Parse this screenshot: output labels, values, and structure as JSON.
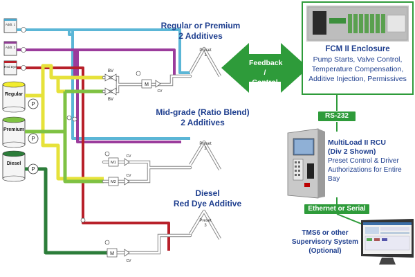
{
  "tanks": {
    "additives": [
      "Addt. 1",
      "Addt. 2",
      "Red Dye"
    ],
    "products": [
      "Regular",
      "Premium",
      "Diesel"
    ]
  },
  "groups": {
    "premium": {
      "title": "Regular or Premium",
      "subtitle": "2 Additives",
      "preset": "Preset",
      "preset_num": "1"
    },
    "midgrade": {
      "title": "Mid-grade (Ratio Blend)",
      "subtitle": "2 Additives",
      "preset": "Preset",
      "preset_num": "2"
    },
    "diesel": {
      "title": "Diesel",
      "subtitle": "Red Dye Additive",
      "preset": "Preset",
      "preset_num": "3"
    }
  },
  "component_labels": {
    "pump": "P",
    "valve": "BV",
    "meter": "M",
    "meter1": "M1",
    "meter2": "M2",
    "control_valve": "CV"
  },
  "feedback": {
    "line1": "Feedback /",
    "line2": "Control"
  },
  "fcm": {
    "title": "FCM II Enclosure",
    "lines": [
      "Pump Starts, Valve Control,",
      "Temperature Compensation,",
      "Additive Injection, Permissives"
    ]
  },
  "rs232": "RS-232",
  "rcu": {
    "title1": "MultiLoad II RCU",
    "title2": "(Div 2 Shown)",
    "lines": [
      "Preset Control & Driver",
      "Authorizations for Entire",
      "Bay"
    ]
  },
  "ethernet": "Ethernet or Serial",
  "tms": {
    "lines": [
      "TMS6 or other",
      "Supervisory System",
      "(Optional)"
    ]
  },
  "colors": {
    "pipe_blue": "#5bb6d6",
    "pipe_purple": "#9b3c9c",
    "pipe_red": "#b8202a",
    "pipe_yellow": "#e6e23a",
    "pipe_lightgreen": "#7fc243",
    "pipe_darkgreen": "#2c7d3a",
    "accent_green": "#2e9b3a",
    "label_blue": "#1f3f8f"
  }
}
